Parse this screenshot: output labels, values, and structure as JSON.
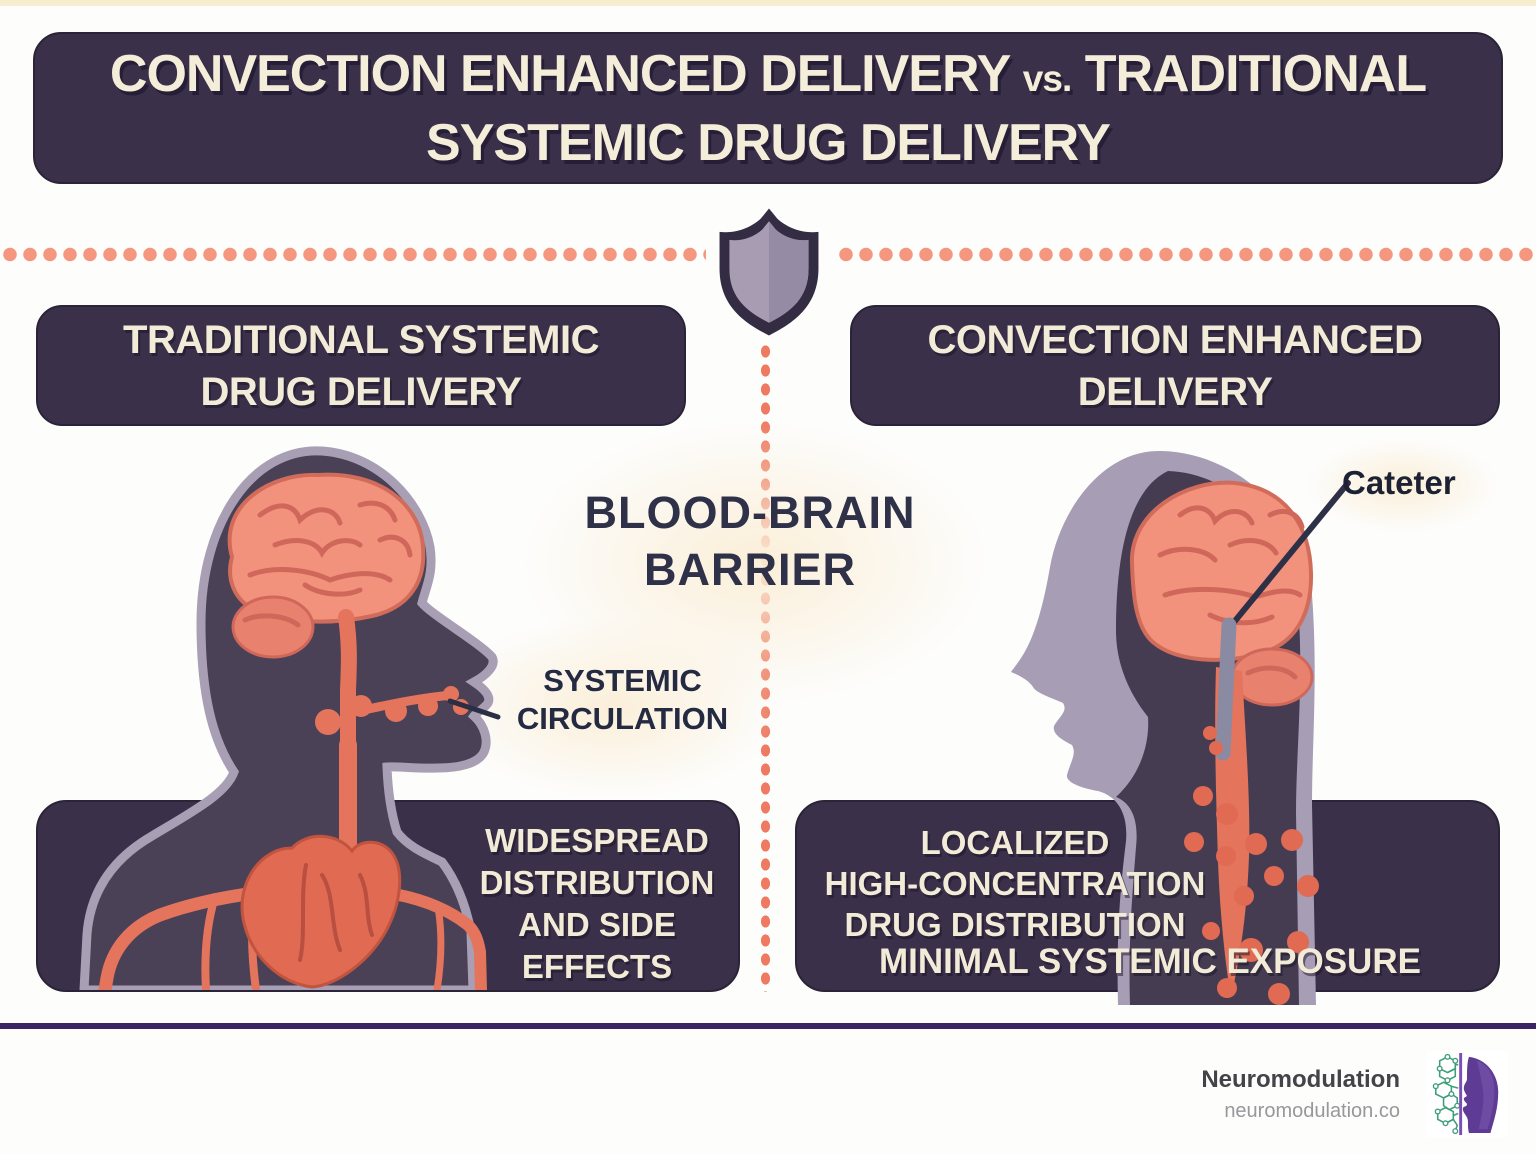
{
  "title": {
    "line1_main": "CONVECTION ENHANCED DELIVERY",
    "line1_vs": "vs.",
    "line1_end": "TRADITIONAL",
    "line2": "SYSTEMIC DRUG DELIVERY"
  },
  "divider": {
    "barrier_line1": "BLOOD-BRAIN",
    "barrier_line2": "BARRIER"
  },
  "left_panel": {
    "header_line1": "TRADITIONAL SYSTEMIC",
    "header_line2": "DRUG DELIVERY",
    "circulation_line1": "SYSTEMIC",
    "circulation_line2": "CIRCULATION",
    "outcome_lines": [
      "WIDESPREAD",
      "DISTRIBUTION",
      "AND SIDE",
      "EFFECTS"
    ]
  },
  "right_panel": {
    "header_line1": "CONVECTION ENHANCED",
    "header_line2": "DELIVERY",
    "catheter_label": "Cateter",
    "outcome_lines": [
      "LOCALIZED",
      "HIGH-CONCENTRATION",
      "DRUG DISTRIBUTION"
    ],
    "outcome_emphasis": "MINIMAL SYSTEMIC EXPOSURE"
  },
  "footer": {
    "brand": "Neuromodulation",
    "website": "neuromodulation.co"
  },
  "icons": {
    "shield": "shield-icon",
    "logo": "neuromodulation-logo"
  },
  "colors": {
    "panel_dark": "#3A3049",
    "cream_text": "#F4EDD9",
    "coral_accent": "#F2907B",
    "coral_deep": "#E06A52",
    "barrier_text": "#2E3148",
    "silhouette": "#4A4156",
    "silhouette_outline": "#A89FB4",
    "face_light": "#A79DB4",
    "brain": "#F2917C",
    "halo": "#FAEED7",
    "top_strip": "#F8ECCE",
    "footer_line": "#3C2366",
    "logo_green": "#3F9E7A",
    "logo_purple": "#5E3B94"
  }
}
